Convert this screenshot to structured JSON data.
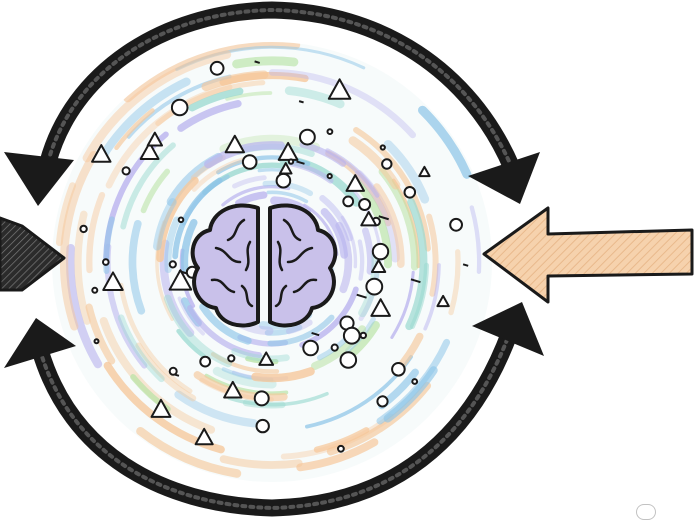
{
  "diagram": {
    "center_icon": "brain-icon",
    "colors": {
      "outline": "#1a1a1a",
      "brain_fill": "#c9c1ea",
      "incoming_arrow_fill": "#f6d2ad",
      "swirl_blue": "#8ec5e8",
      "swirl_green": "#b9e3a6",
      "swirl_orange": "#f6c79a",
      "swirl_purple": "#b8b2ee",
      "swirl_teal": "#9ad9d0"
    },
    "arrows": [
      {
        "name": "top-cycle-arrow",
        "direction": "counter-clockwise",
        "icon": "curved-arrow-icon"
      },
      {
        "name": "bottom-cycle-arrow",
        "direction": "clockwise",
        "icon": "curved-arrow-icon"
      },
      {
        "name": "incoming-arrow",
        "direction": "left",
        "icon": "arrow-left-icon"
      },
      {
        "name": "outgoing-arrow",
        "direction": "right",
        "icon": "arrow-right-icon"
      }
    ]
  }
}
